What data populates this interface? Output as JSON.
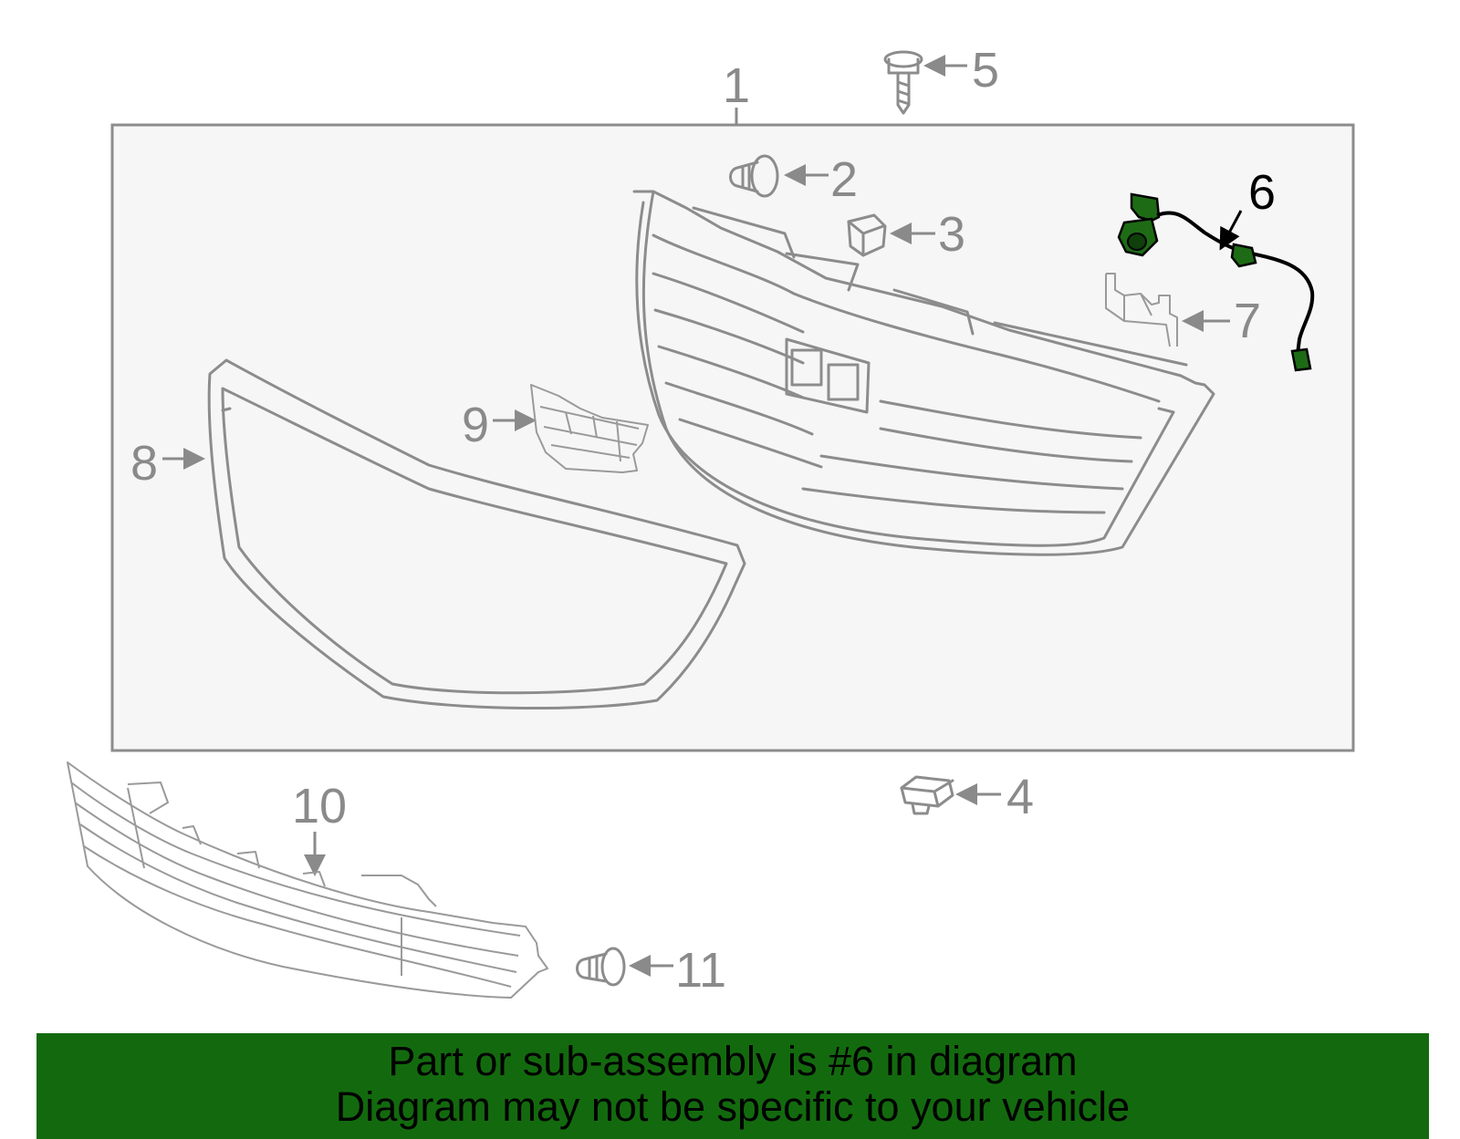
{
  "diagram": {
    "callouts": [
      "1",
      "2",
      "3",
      "4",
      "5",
      "6",
      "7",
      "8",
      "9",
      "10",
      "11"
    ],
    "highlighted_callout": "6",
    "colors": {
      "highlight": "#1e6b16",
      "panel": "#f6f6f6",
      "line": "#8c8c8c",
      "banner": "#136a0e"
    }
  },
  "banner": {
    "line1": "Part or sub-assembly is #6 in diagram",
    "line2": "Diagram may not be specific to your vehicle"
  }
}
